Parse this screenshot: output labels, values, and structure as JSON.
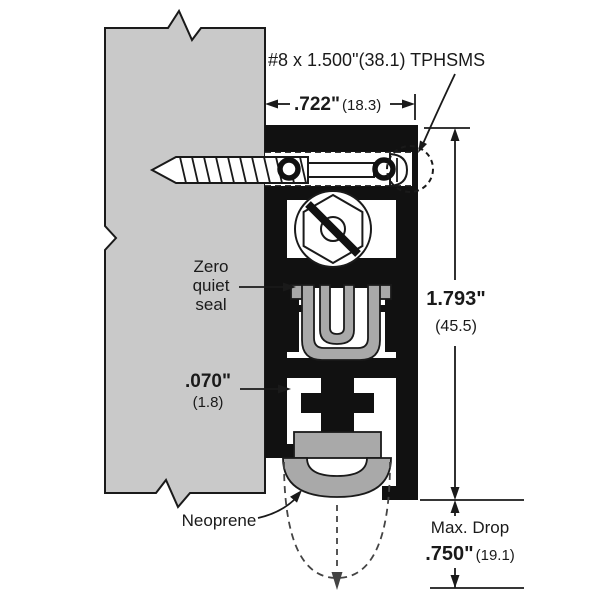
{
  "annotations": {
    "screw_spec": "#8 x 1.500\"(38.1) TPHSMS",
    "zero_seal": {
      "line1": "Zero",
      "line2": "quiet",
      "line3": "seal"
    },
    "neoprene": "Neoprene"
  },
  "dimensions": {
    "width": {
      "value": ".722\"",
      "metric": "(18.3)"
    },
    "height": {
      "value": "1.793\"",
      "metric": "(45.5)"
    },
    "wall_thickness": {
      "value": ".070\"",
      "metric": "(1.8)"
    },
    "max_drop": {
      "label": "Max. Drop",
      "value": ".750\"",
      "metric": "(19.1)"
    }
  },
  "colors": {
    "background": "#ffffff",
    "profile_black": "#111111",
    "door_panel_gray": "#c9c9c9",
    "seal_gray": "#a9a9a9",
    "line_color": "#1a1a1a"
  }
}
